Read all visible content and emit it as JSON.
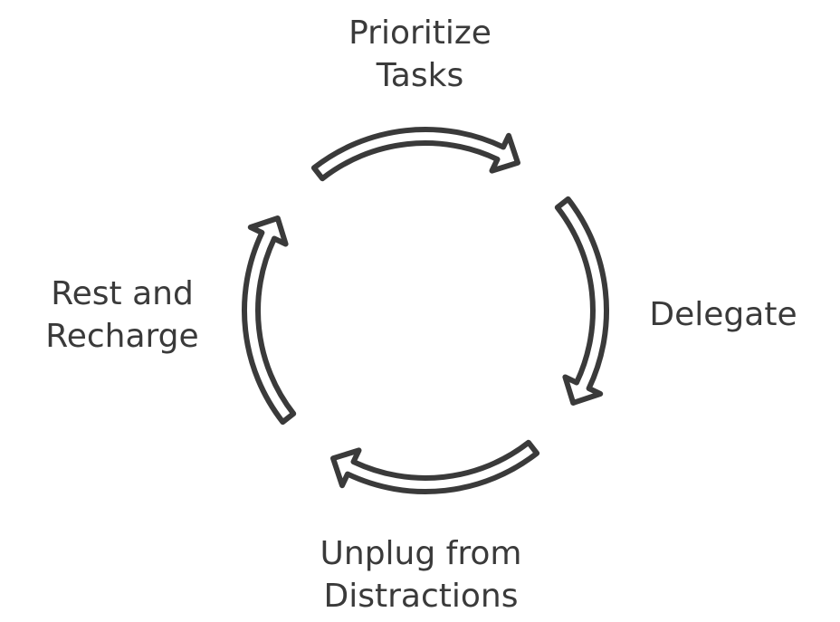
{
  "steps": {
    "top": {
      "line1": "Prioritize",
      "line2": "Tasks"
    },
    "right": {
      "line1": "Delegate"
    },
    "bottom": {
      "line1": "Unplug from",
      "line2": "Distractions"
    },
    "left": {
      "line1": "Rest and",
      "line2": "Recharge"
    }
  },
  "colors": {
    "stroke": "#3a3a3a",
    "fill": "#ffffff",
    "text": "#3a3a3a"
  }
}
